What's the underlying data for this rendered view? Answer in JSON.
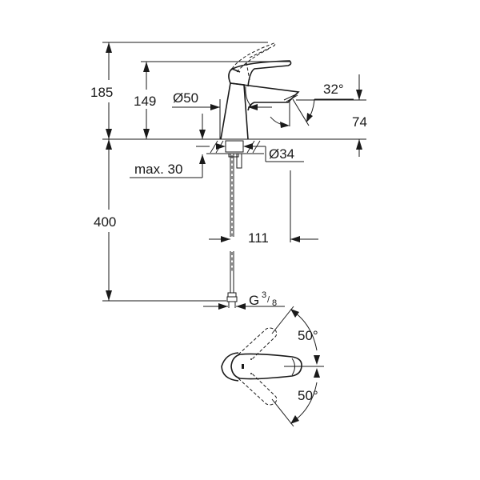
{
  "drawing": {
    "title": "Basin mixer dimension drawing",
    "colors": {
      "line": "#1a1a1a",
      "background": "#ffffff"
    },
    "side_view": {
      "dimensions": {
        "total_height": "185",
        "spout_height": "149",
        "body_diameter": "Ø50",
        "spout_angle": "32°",
        "outlet_height": "74",
        "hole_diameter": "Ø34",
        "max_deck_thickness": "max. 30",
        "hose_length": "400",
        "projection": "111",
        "connection_thread_prefix": "G",
        "connection_thread_num": "3",
        "connection_thread_den": "8"
      }
    },
    "top_view": {
      "dimensions": {
        "lever_angle_upper": "50°",
        "lever_angle_lower": "50°"
      }
    }
  }
}
